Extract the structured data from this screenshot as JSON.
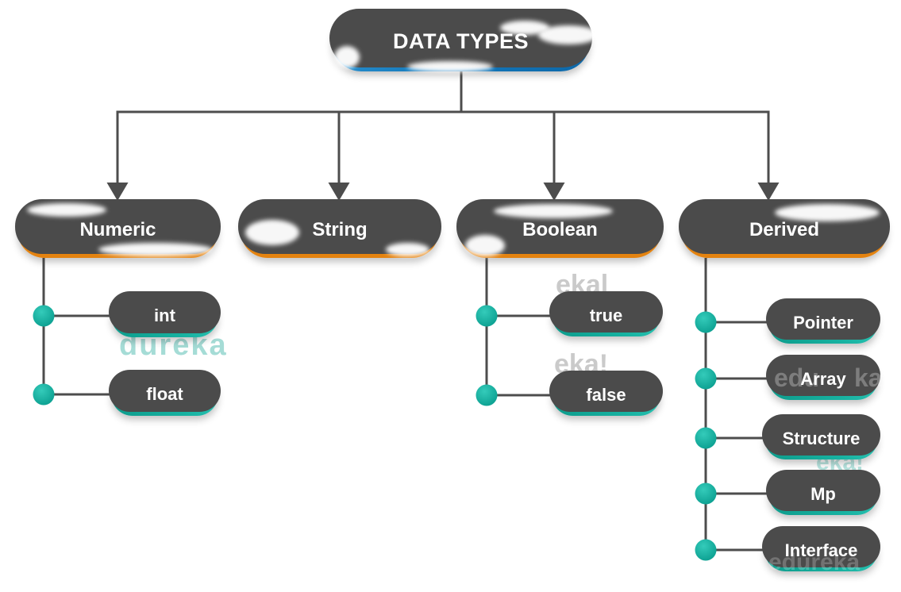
{
  "diagram": {
    "root": {
      "label": "DATA TYPES"
    },
    "branches": [
      {
        "label": "Numeric",
        "children": [
          "int",
          "float"
        ]
      },
      {
        "label": "String",
        "children": []
      },
      {
        "label": "Boolean",
        "children": [
          "true",
          "false"
        ]
      },
      {
        "label": "Derived",
        "children": [
          "Pointer",
          "Array",
          "Structure",
          "Mp",
          "Interface"
        ]
      }
    ],
    "watermarks": {
      "int_below": "dureka",
      "true_above": "ekal",
      "false_above": "eka!",
      "array_left": "edu",
      "array_right": "ka",
      "structure_below": "eka!",
      "interface_inside": "edureka"
    },
    "colors": {
      "root_blue": "#1377BA",
      "branch_orange": "#EC8C1B",
      "leaf_teal": "#14AD9C",
      "connector_gray": "#4D4D4D",
      "outline_dark": "#4B4B4B",
      "label_white": "#FFFFFF"
    }
  }
}
